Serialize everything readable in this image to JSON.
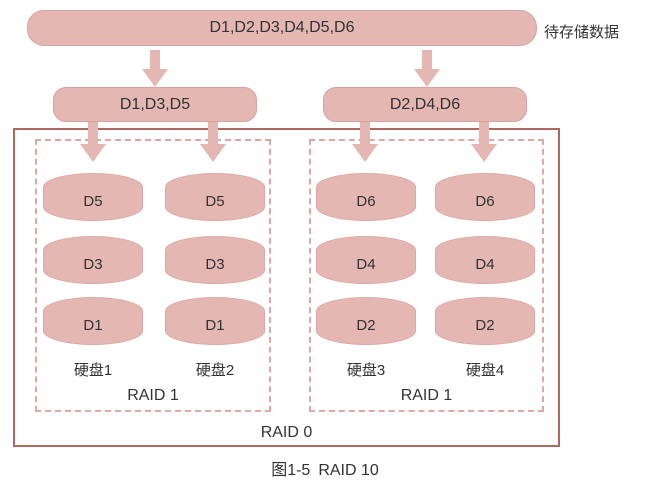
{
  "source": {
    "label": "D1,D2,D3,D4,D5,D6",
    "caption": "待存储数据"
  },
  "stripes": [
    {
      "label": "D1,D3,D5"
    },
    {
      "label": "D2,D4,D6"
    }
  ],
  "raid0": {
    "label": "RAID 0"
  },
  "groups": [
    {
      "label": "RAID 1",
      "disks": [
        {
          "name": "硬盘1",
          "blocks": [
            "D5",
            "D3",
            "D1"
          ]
        },
        {
          "name": "硬盘2",
          "blocks": [
            "D5",
            "D3",
            "D1"
          ]
        }
      ]
    },
    {
      "label": "RAID 1",
      "disks": [
        {
          "name": "硬盘3",
          "blocks": [
            "D6",
            "D4",
            "D2"
          ]
        },
        {
          "name": "硬盘4",
          "blocks": [
            "D6",
            "D4",
            "D2"
          ]
        }
      ]
    }
  ],
  "caption": "图1-5 RAID 10",
  "colors": {
    "shape_fill": "#e4b7b3",
    "shape_border": "#d9a29e",
    "outer_border": "#b06560",
    "dashed_border": "#e0a8a4",
    "text": "#333333"
  }
}
